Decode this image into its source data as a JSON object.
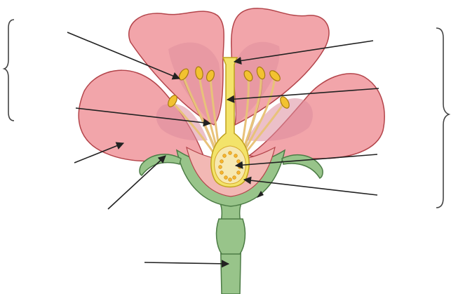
{
  "diagram": {
    "kind": "unlabeled-flower-cross-section",
    "labels": [],
    "colors": {
      "petal": "#f2a5aa",
      "petal_outline": "#b3444a",
      "petal_shade": "#dc8c9c",
      "receptacle": "#f2b8b4",
      "sepal_stalk": "#98c48a",
      "sepal_outline": "#4c7c45",
      "anther": "#f2c230",
      "filament": "#e8c27a",
      "pistil": "#f3e36a",
      "ovule": "#f7b52d",
      "arrow": "#222222",
      "bracket": "#444444"
    },
    "icons": [
      "bracket-left",
      "bracket-right"
    ]
  }
}
